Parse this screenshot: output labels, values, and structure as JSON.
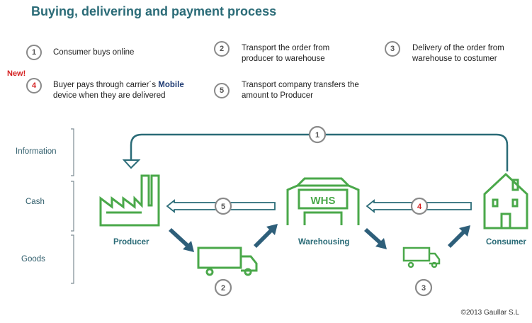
{
  "title": "Buying, delivering and payment process",
  "new_tag": "New!",
  "legend": [
    {
      "num": "1",
      "line1": "Consumer buys online",
      "line2": ""
    },
    {
      "num": "2",
      "line1": "Transport the order from",
      "line2": "producer to warehouse"
    },
    {
      "num": "3",
      "line1": "Delivery of the order from",
      "line2": "warehouse to costumer"
    },
    {
      "num": "4",
      "line1_pre": "Buyer pays through carrier´s ",
      "line1_bold": "Mobile",
      "line2": "device when they are delivered"
    },
    {
      "num": "5",
      "line1": "Transport company transfers the",
      "line2": "amount to Producer"
    }
  ],
  "rows": [
    "Information",
    "Cash",
    "Goods"
  ],
  "nodes": {
    "producer": "Producer",
    "warehouse": "Warehousing",
    "warehouse_sign": "WHS",
    "consumer": "Consumer"
  },
  "flow_labels": {
    "info": "1",
    "cash_producer": "5",
    "cash_consumer": "4",
    "truck1": "2",
    "truck2": "3"
  },
  "colors": {
    "teal": "#2a6b77",
    "green": "#4aa84a",
    "red": "#d42020",
    "arrow_dark": "#2e5f7a"
  },
  "copyright": "©2013 Gaullar S.L"
}
